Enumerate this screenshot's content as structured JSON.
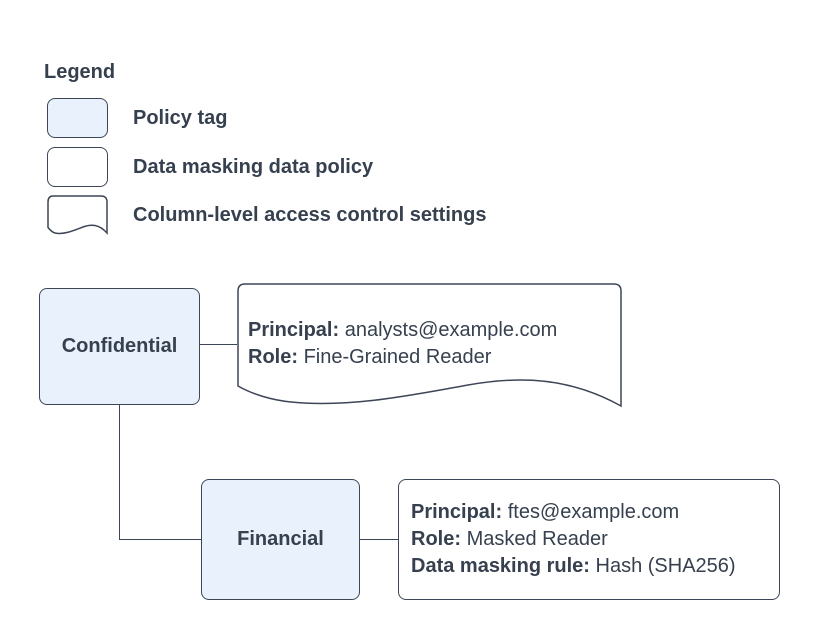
{
  "colors": {
    "page_bg": "#ffffff",
    "policy_tag_fill": "#e9f1fc",
    "border": "#3d4656",
    "text": "#36404e"
  },
  "legend": {
    "title": "Legend",
    "items": [
      {
        "swatch": "policy-tag-swatch",
        "label": "Policy tag"
      },
      {
        "swatch": "data-masking-policy-swatch",
        "label": "Data masking data policy"
      },
      {
        "swatch": "column-access-document-swatch",
        "label": "Column-level access control settings"
      }
    ]
  },
  "diagram": {
    "nodes": [
      {
        "id": "confidential",
        "type": "policy-tag",
        "label": "Confidential"
      },
      {
        "id": "financial",
        "type": "policy-tag",
        "label": "Financial"
      }
    ],
    "annotations": [
      {
        "id": "confidential-access-settings",
        "type": "column-level-access-control-settings",
        "fields": [
          {
            "name": "Principal:",
            "value": "analysts@example.com"
          },
          {
            "name": "Role:",
            "value": "Fine-Grained Reader"
          }
        ]
      },
      {
        "id": "financial-masking-policy",
        "type": "data-masking-data-policy",
        "fields": [
          {
            "name": "Principal:",
            "value": "ftes@example.com"
          },
          {
            "name": "Role:",
            "value": "Masked Reader"
          },
          {
            "name": "Data masking rule:",
            "value": "Hash (SHA256)"
          }
        ]
      }
    ],
    "edges": [
      {
        "from": "confidential",
        "to": "confidential-access-settings"
      },
      {
        "from": "confidential",
        "to": "financial"
      },
      {
        "from": "financial",
        "to": "financial-masking-policy"
      }
    ]
  }
}
